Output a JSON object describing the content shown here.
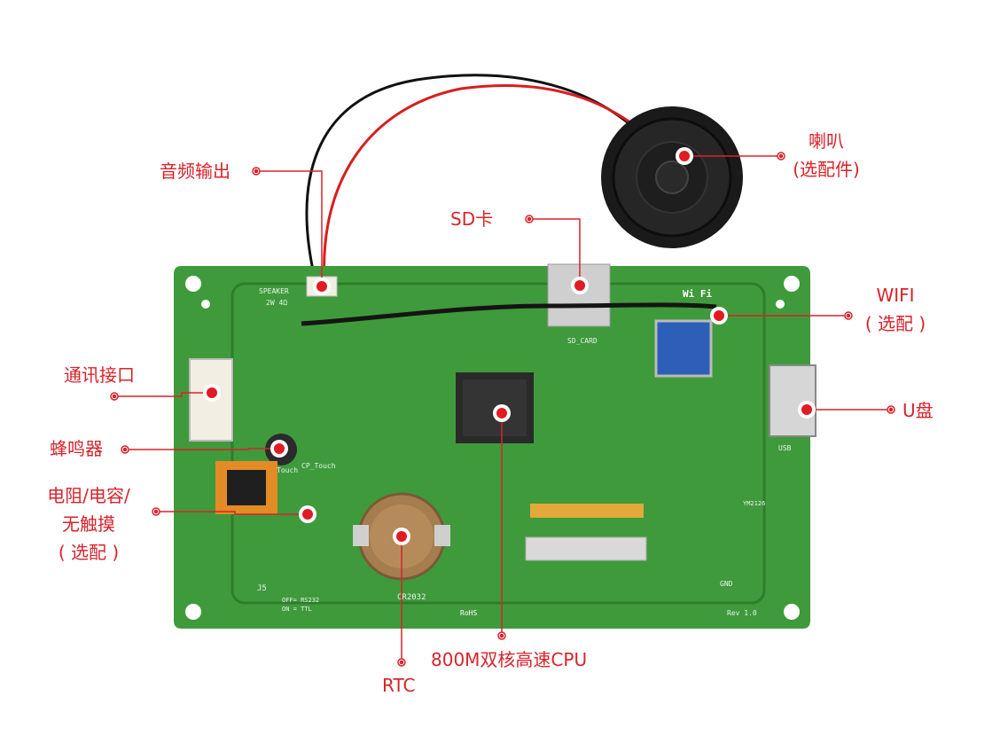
{
  "callouts": {
    "audio_out": "音频输出",
    "speaker": [
      "喇叭",
      "(选配件)"
    ],
    "sd_card": "SD卡",
    "wifi": [
      "WIFI",
      "( 选配 )"
    ],
    "comm_port": "通讯接口",
    "usb_disk": "U盘",
    "buzzer": "蜂鸣器",
    "resistor_cap": [
      "电阻/电容/",
      "无触摸",
      "( 选配 )"
    ],
    "rtc": "RTC",
    "cpu": "800M双核高速CPU"
  },
  "board_silkscreen": {
    "speaker": "SPEAKER",
    "speaker_spec": "2W 4Ω",
    "sd_card": "SD_CARD",
    "wifi_logo": "Wi Fi",
    "usb": "USB",
    "touch": "Touch",
    "cp_touch": "CP_Touch",
    "battery": "CR2032",
    "rohs": "RoHS",
    "rev": "Rev 1.0",
    "j5": "J5",
    "uart_mode_1": "OFF= RS232",
    "uart_mode_2": "ON = TTL",
    "gnd": "GND",
    "board_id": "YM2126"
  },
  "colors": {
    "accent": "#d8232a",
    "pcb": "#3f9a3c",
    "pcb_dark": "#2f7d2c"
  }
}
